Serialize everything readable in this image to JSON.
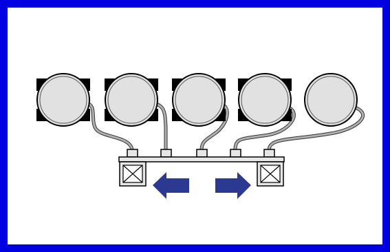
{
  "diagram": {
    "units": [
      {
        "id": "unit-1"
      },
      {
        "id": "unit-2"
      },
      {
        "id": "unit-3"
      },
      {
        "id": "unit-4"
      },
      {
        "id": "unit-5"
      }
    ],
    "ports": [
      {
        "id": "port-1"
      },
      {
        "id": "port-2"
      },
      {
        "id": "port-3"
      },
      {
        "id": "port-4"
      },
      {
        "id": "port-5"
      }
    ],
    "arrows": [
      {
        "id": "arrow-left",
        "direction": "left"
      },
      {
        "id": "arrow-right",
        "direction": "right"
      }
    ],
    "colors": {
      "frame": "#0000e0",
      "arrow": "#2b3990",
      "disc_fill": "#e1e1e1",
      "rail": "#e8e8e8",
      "box": "#e6e6e6",
      "cable": "#a9a9a9",
      "clamp": "#000000"
    }
  }
}
